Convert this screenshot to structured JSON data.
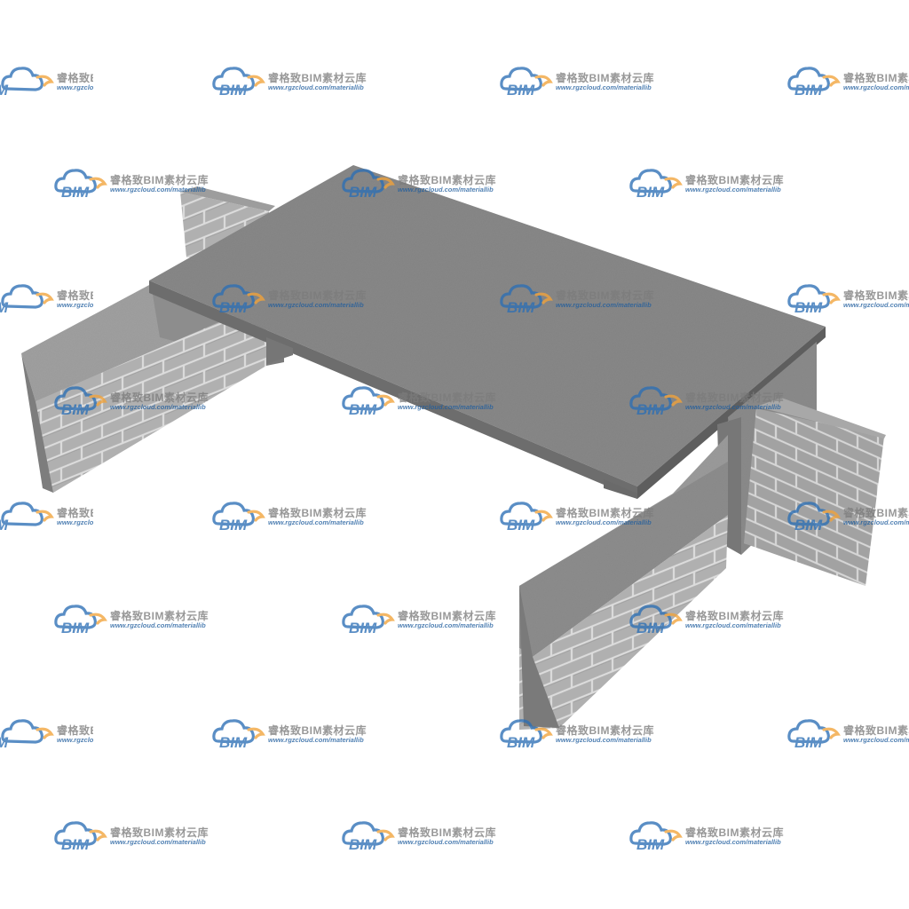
{
  "watermark": {
    "name": "睿格致BIM素材云库",
    "url": "www.rgzcloud.com/materiallib",
    "logo_text": "BIM",
    "logo_color": "#2c6fb5",
    "accent_color": "#f2a33a",
    "text_color": "#7c7c7c"
  },
  "colors": {
    "slab_top": "#858585",
    "slab_edge": "#6b6b6b",
    "wall_top": "#9a9a9a",
    "wall_face_light": "#b3b3b3",
    "wall_face_dark": "#8a8a8a",
    "brick_mortar": "#d2d2d2"
  }
}
